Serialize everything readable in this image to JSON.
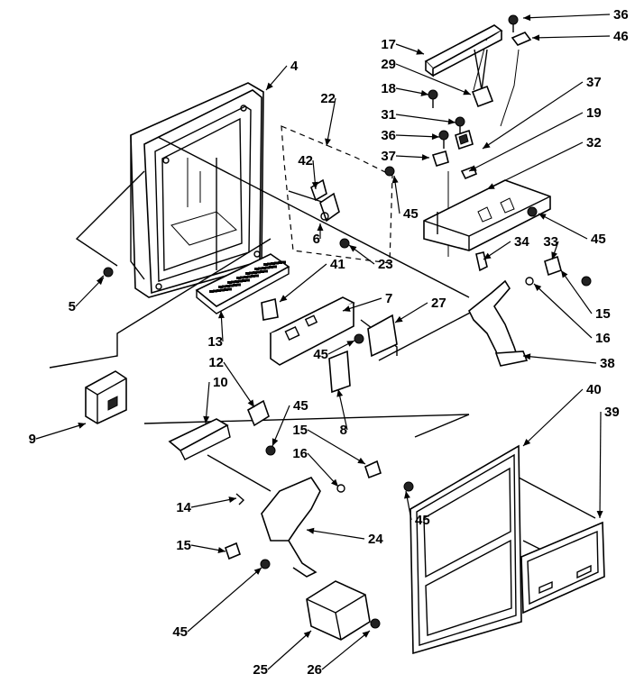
{
  "diagram": {
    "callouts": [
      {
        "id": "c36a",
        "text": "36"
      },
      {
        "id": "c46",
        "text": "46"
      },
      {
        "id": "c17",
        "text": "17"
      },
      {
        "id": "c29",
        "text": "29"
      },
      {
        "id": "c37a",
        "text": "37"
      },
      {
        "id": "c18",
        "text": "18"
      },
      {
        "id": "c4",
        "text": "4"
      },
      {
        "id": "c22",
        "text": "22"
      },
      {
        "id": "c31",
        "text": "31"
      },
      {
        "id": "c19",
        "text": "19"
      },
      {
        "id": "c36b",
        "text": "36"
      },
      {
        "id": "c32",
        "text": "32"
      },
      {
        "id": "c37b",
        "text": "37"
      },
      {
        "id": "c42",
        "text": "42"
      },
      {
        "id": "c45a",
        "text": "45"
      },
      {
        "id": "c6",
        "text": "6"
      },
      {
        "id": "c34",
        "text": "34"
      },
      {
        "id": "c33",
        "text": "33"
      },
      {
        "id": "c45b",
        "text": "45"
      },
      {
        "id": "c23",
        "text": "23"
      },
      {
        "id": "c41",
        "text": "41"
      },
      {
        "id": "c5",
        "text": "5"
      },
      {
        "id": "c7",
        "text": "7"
      },
      {
        "id": "c27",
        "text": "27"
      },
      {
        "id": "c15a",
        "text": "15"
      },
      {
        "id": "c13",
        "text": "13"
      },
      {
        "id": "c16a",
        "text": "16"
      },
      {
        "id": "c45c",
        "text": "45"
      },
      {
        "id": "c38",
        "text": "38"
      },
      {
        "id": "c12",
        "text": "12"
      },
      {
        "id": "c10",
        "text": "10"
      },
      {
        "id": "c40",
        "text": "40"
      },
      {
        "id": "c39",
        "text": "39"
      },
      {
        "id": "c45d",
        "text": "45"
      },
      {
        "id": "c8",
        "text": "8"
      },
      {
        "id": "c9",
        "text": "9"
      },
      {
        "id": "c15b",
        "text": "15"
      },
      {
        "id": "c16b",
        "text": "16"
      },
      {
        "id": "c14",
        "text": "14"
      },
      {
        "id": "c45e",
        "text": "45"
      },
      {
        "id": "c24",
        "text": "24"
      },
      {
        "id": "c15c",
        "text": "15"
      },
      {
        "id": "c45f",
        "text": "45"
      },
      {
        "id": "c25",
        "text": "25"
      },
      {
        "id": "c26",
        "text": "26"
      }
    ]
  }
}
